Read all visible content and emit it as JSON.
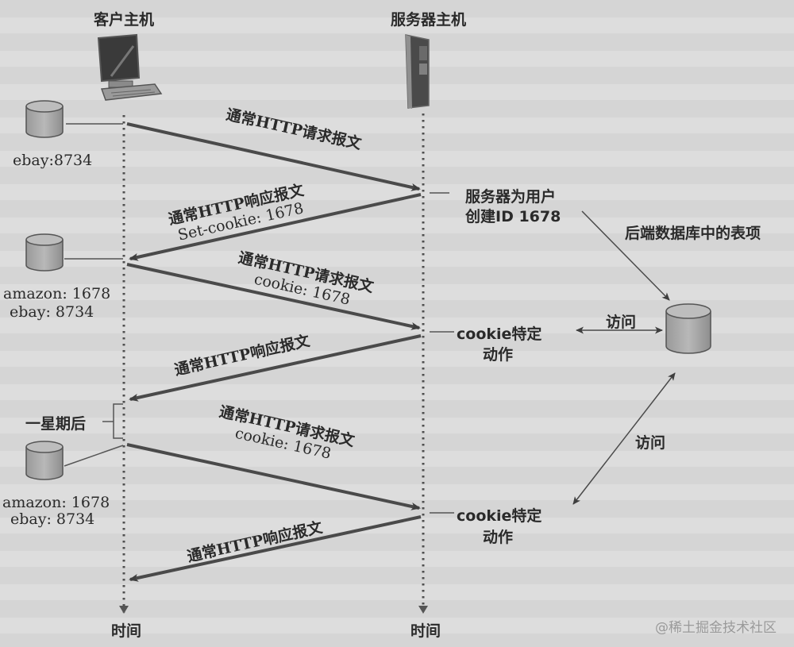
{
  "hosts": {
    "client": {
      "label": "客户主机",
      "icon": "desktop-computer-icon"
    },
    "server": {
      "label": "服务器主机",
      "icon": "server-tower-icon"
    }
  },
  "timelines": {
    "client_time_label": "时间",
    "server_time_label": "时间"
  },
  "cookie_files": [
    {
      "lines": [
        "ebay:8734"
      ]
    },
    {
      "lines": [
        "amazon: 1678",
        "ebay: 8734"
      ]
    },
    {
      "lines": [
        "amazon: 1678",
        "ebay: 8734"
      ]
    }
  ],
  "messages": [
    {
      "direction": "client-to-server",
      "title": "通常HTTP请求报文",
      "sub": ""
    },
    {
      "direction": "server-to-client",
      "title": "通常HTTP响应报文",
      "sub": "Set-cookie: 1678"
    },
    {
      "direction": "client-to-server",
      "title": "通常HTTP请求报文",
      "sub": "cookie: 1678"
    },
    {
      "direction": "server-to-client",
      "title": "通常HTTP响应报文",
      "sub": ""
    },
    {
      "direction": "client-to-server",
      "title": "通常HTTP请求报文",
      "sub": "cookie: 1678"
    },
    {
      "direction": "server-to-client",
      "title": "通常HTTP响应报文",
      "sub": ""
    }
  ],
  "server_notes": {
    "create_id": [
      "服务器为用户",
      "创建ID 1678"
    ],
    "cookie_action_1": [
      "cookie特定",
      "动作"
    ],
    "cookie_action_2": [
      "cookie特定",
      "动作"
    ]
  },
  "backend": {
    "label": "后端数据库中的表项",
    "access_1": "访问",
    "access_2": "访问"
  },
  "one_week_later": "一星期后",
  "watermark": "@稀土掘金技术社区",
  "colors": {
    "background": "#dcdcdc",
    "ink": "#2e2e2e",
    "arrow": "#4a4a4a",
    "cylinder_fill": "#a9a9a9",
    "watermark": "#9a9a9a"
  }
}
